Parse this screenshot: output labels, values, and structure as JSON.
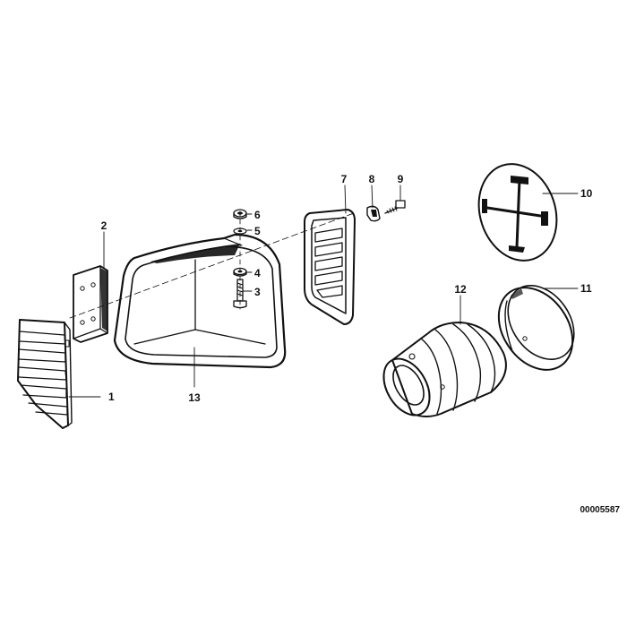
{
  "diagram": {
    "id": "00005587",
    "colors": {
      "ink": "#111111",
      "background": "#ffffff",
      "shade": "#2a2a2a"
    },
    "callouts": [
      "1",
      "2",
      "3",
      "4",
      "5",
      "6",
      "7",
      "8",
      "9",
      "10",
      "11",
      "12",
      "13"
    ]
  }
}
